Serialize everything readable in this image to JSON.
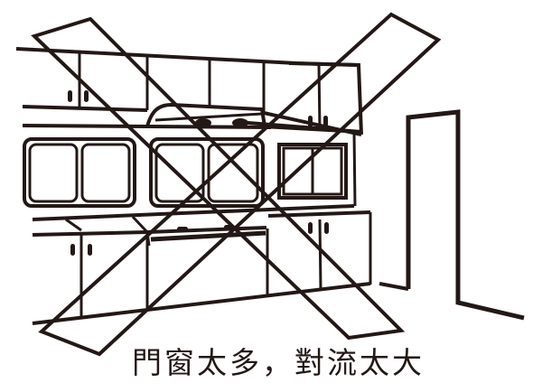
{
  "figure": {
    "subject": "kitchen-illustration",
    "caption": "門窗太多，對流太大",
    "line_color": "#231815",
    "background": "#ffffff",
    "cross_mark": "large-x-over-kitchen",
    "elements": [
      "upper-cabinets",
      "range-hood",
      "upper-window-left",
      "upper-window-center",
      "small-window-right",
      "countertop",
      "stove",
      "lower-cabinets",
      "doorway"
    ]
  }
}
